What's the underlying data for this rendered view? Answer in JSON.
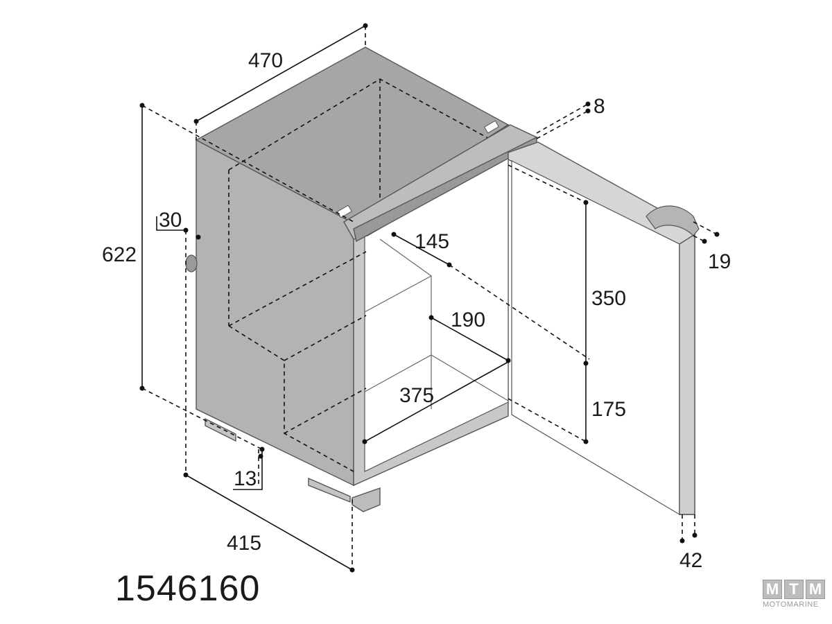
{
  "diagram": {
    "model_number": "1546160",
    "dimensions": {
      "top_depth": "470",
      "height": "622",
      "side_offset": "30",
      "foot_offset": "13",
      "base_depth": "415",
      "flange_thickness": "8",
      "inner_depth_upper": "145",
      "shelf_depth": "190",
      "inner_width": "375",
      "upper_height": "350",
      "lower_height": "175",
      "door_thickness": "19",
      "door_width": "42"
    },
    "colors": {
      "body_fill": "#b3b3b3",
      "top_fill": "#a6a6a6",
      "inner_fill": "#ffffff",
      "frame_fill": "#c8c8c8",
      "door_fill": "#d6d6d6",
      "line": "#111111"
    }
  },
  "logo": {
    "letters": [
      "M",
      "T",
      "M"
    ],
    "word": "MOTOMARINE"
  }
}
